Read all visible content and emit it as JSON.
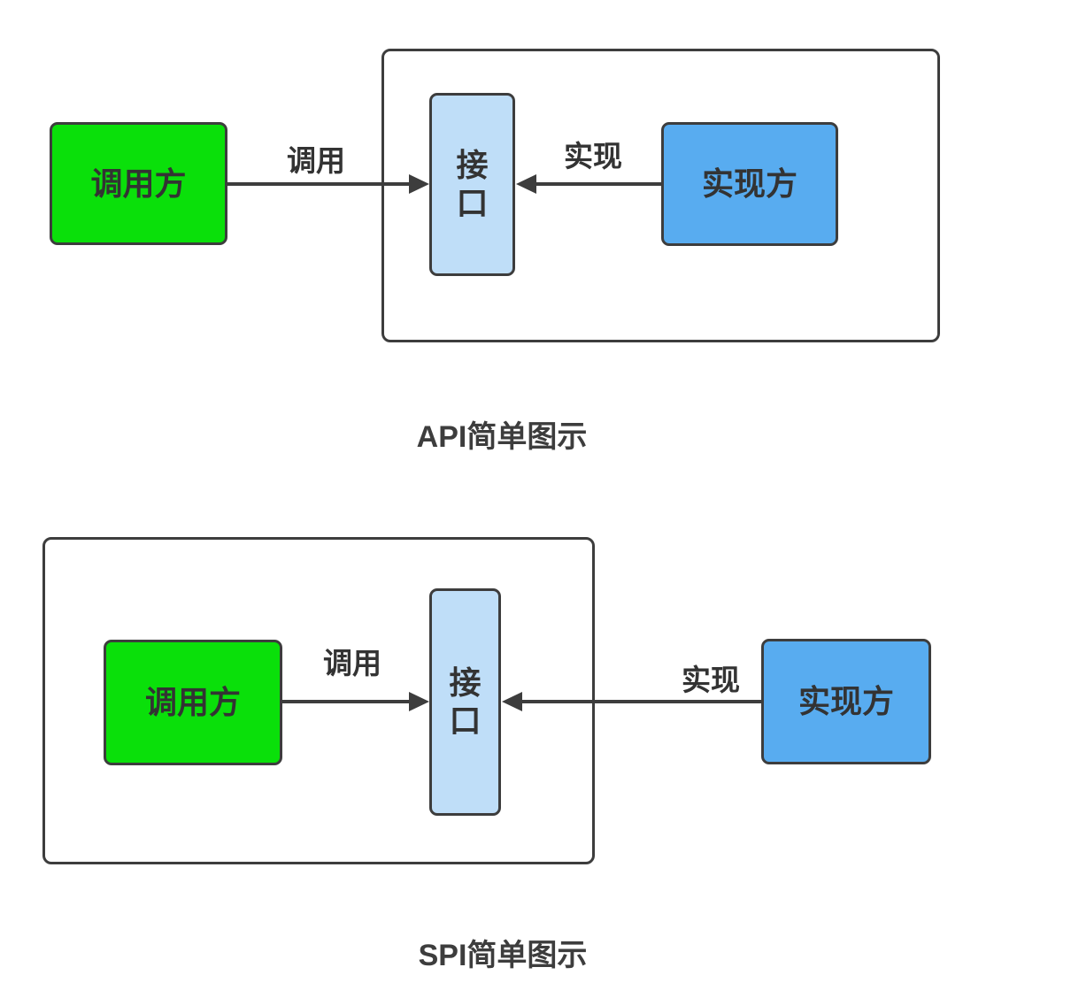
{
  "colors": {
    "green": "#0ae00a",
    "light_blue": "#bfdef8",
    "blue": "#58acf0",
    "line": "#3d3d3d",
    "text": "#333333"
  },
  "api": {
    "caller": "调用方",
    "call_label": "调用",
    "interface_lines": [
      "接",
      "口"
    ],
    "implement_label": "实现",
    "implementer": "实现方",
    "caption": "API简单图示"
  },
  "spi": {
    "caller": "调用方",
    "call_label": "调用",
    "interface_lines": [
      "接",
      "口"
    ],
    "implement_label": "实现",
    "implementer": "实现方",
    "caption": "SPI简单图示"
  }
}
